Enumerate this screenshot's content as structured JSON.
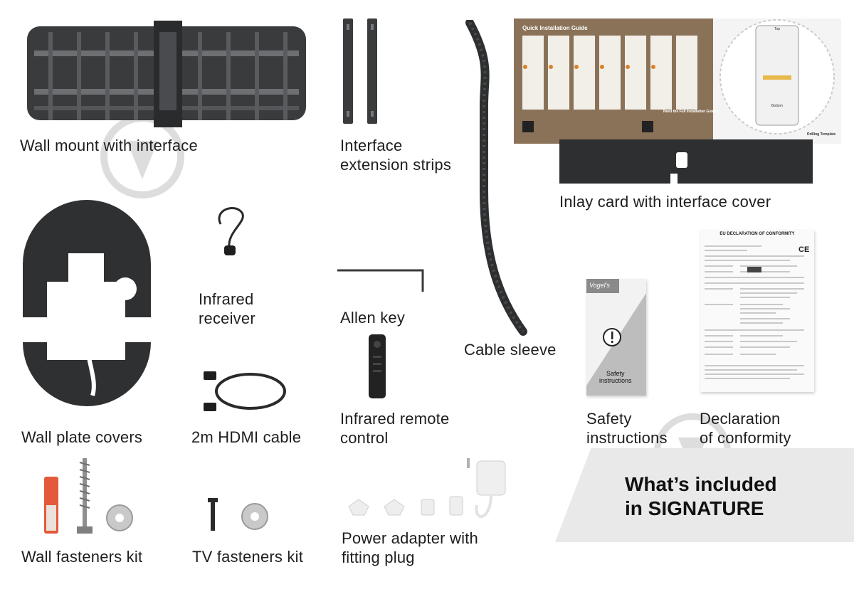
{
  "items": {
    "wall_mount": "Wall mount with interface",
    "extension_strips": "Interface\nextension strips",
    "inlay_card": "Inlay card with interface cover",
    "ir_receiver": "Infrared\nreceiver",
    "allen_key": "Allen key",
    "cable_sleeve": "Cable sleeve",
    "remote": "Infrared remote\ncontrol",
    "wall_plate_covers": "Wall plate covers",
    "hdmi": "2m HDMI cable",
    "safety": "Safety\ninstructions",
    "declaration": "Declaration\nof conformity",
    "wall_fasteners": "Wall fasteners kit",
    "tv_fasteners": "TV fasteners kit",
    "power_adapter": "Power adapter with\nfitting plug"
  },
  "guide": {
    "title": "Quick Installation Guide",
    "need_full": "Need the Full\nInstallation Guide?",
    "drilling": "Drilling Template",
    "top": "Top",
    "bottom": "Bottom"
  },
  "safety_card": {
    "brand": "Vogel's",
    "title": "Safety\ninstructions"
  },
  "declaration_doc": {
    "title": "EU DECLARATION OF CONFORMITY",
    "mark": "CE"
  },
  "banner": {
    "title": "What’s included\nin SIGNATURE"
  },
  "colors": {
    "mount": "#3a3b3d",
    "guide_bg": "#8a7258",
    "banner_bg": "#e9e9ea"
  }
}
